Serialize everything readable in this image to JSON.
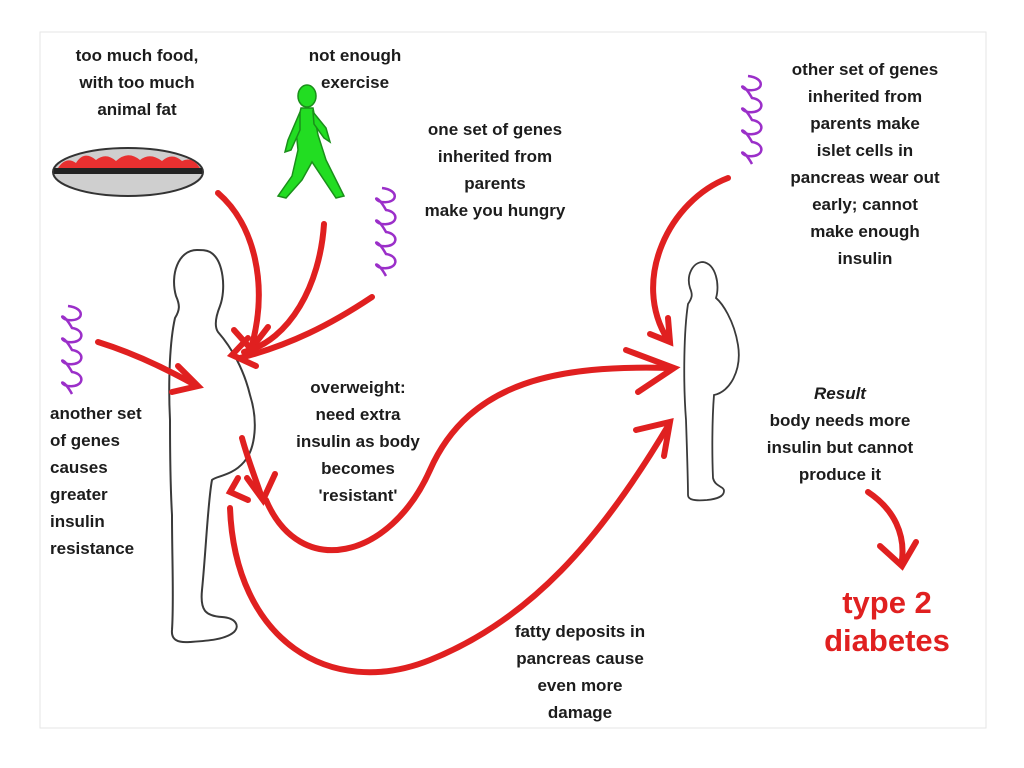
{
  "labels": {
    "food": "too much food,\nwith too much\nanimal fat",
    "exercise": "not enough\nexercise",
    "genes_hungry": "one set of genes\ninherited from\nparents\nmake you  hungry",
    "genes_islet": "other set of genes\ninherited from\nparents make\nislet cells in\npancreas wear out\nearly; cannot\nmake enough\ninsulin",
    "genes_resistance": "another set\nof genes\ncauses\ngreater\ninsulin\nresistance",
    "overweight": "overweight:\nneed extra\ninsulin as body\nbecomes\n'resistant'",
    "result_title": "Result",
    "result_text": "body needs more\ninsulin but cannot\nproduce it",
    "fatty": "fatty deposits in\npancreas cause\neven more\ndamage",
    "outcome": "type 2\ndiabetes"
  },
  "colors": {
    "arrow": "#e02020",
    "gene_coil": "#9b2fc9",
    "figure_stroke": "#3a3a3a",
    "exercise_figure": "#22dd22",
    "plate_fill": "#cfcfcf",
    "fat_blobs": "#e83030",
    "text": "#1c1c1c"
  },
  "icons": {
    "plate": "plate-of-fatty-food-icon",
    "walker": "walking-person-icon",
    "gene": "gene-coil-icon",
    "body_large": "overweight-body-outline",
    "body_small": "body-outline"
  }
}
